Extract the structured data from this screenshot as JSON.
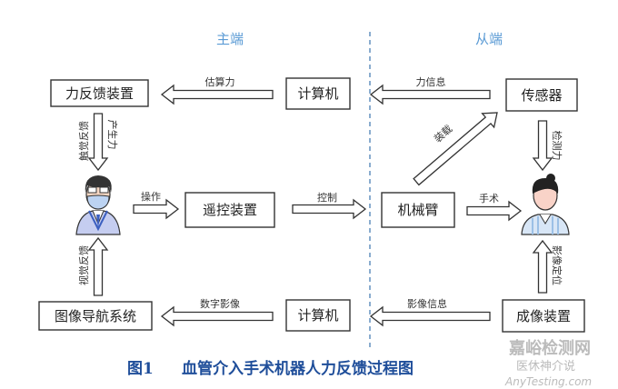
{
  "sides": {
    "master": "主端",
    "slave": "从端"
  },
  "boxes": {
    "force_feedback_device": "力反馈装置",
    "computer_top": "计算机",
    "sensor": "传感器",
    "remote_control_device": "遥控装置",
    "robot_arm": "机械臂",
    "image_navigation_system": "图像导航系统",
    "computer_bottom": "计算机",
    "imaging_device": "成像装置"
  },
  "arrows": {
    "estimated_force": "估算力",
    "force_info": "力信息",
    "digital_image": "数字影像",
    "image_info": "影像信息",
    "operate": "操作",
    "control": "控制",
    "surgery": "手术",
    "mount": "装载",
    "tactile_feedback": "触觉反馈",
    "generate_force": "产生力",
    "visual_feedback": "视觉反馈",
    "detect_force": "检测力",
    "image_positioning": "影像定位"
  },
  "caption": {
    "figure": "图1",
    "title": "血管介入手术机器人力反馈过程图"
  },
  "watermark": {
    "site": "嘉峪检测网",
    "url": "AnyTesting.com",
    "account": "医休神介说"
  },
  "colors": {
    "side_label": "#5b9bd5",
    "caption": "#1f4e9a",
    "divider": "#4a7fb5"
  }
}
